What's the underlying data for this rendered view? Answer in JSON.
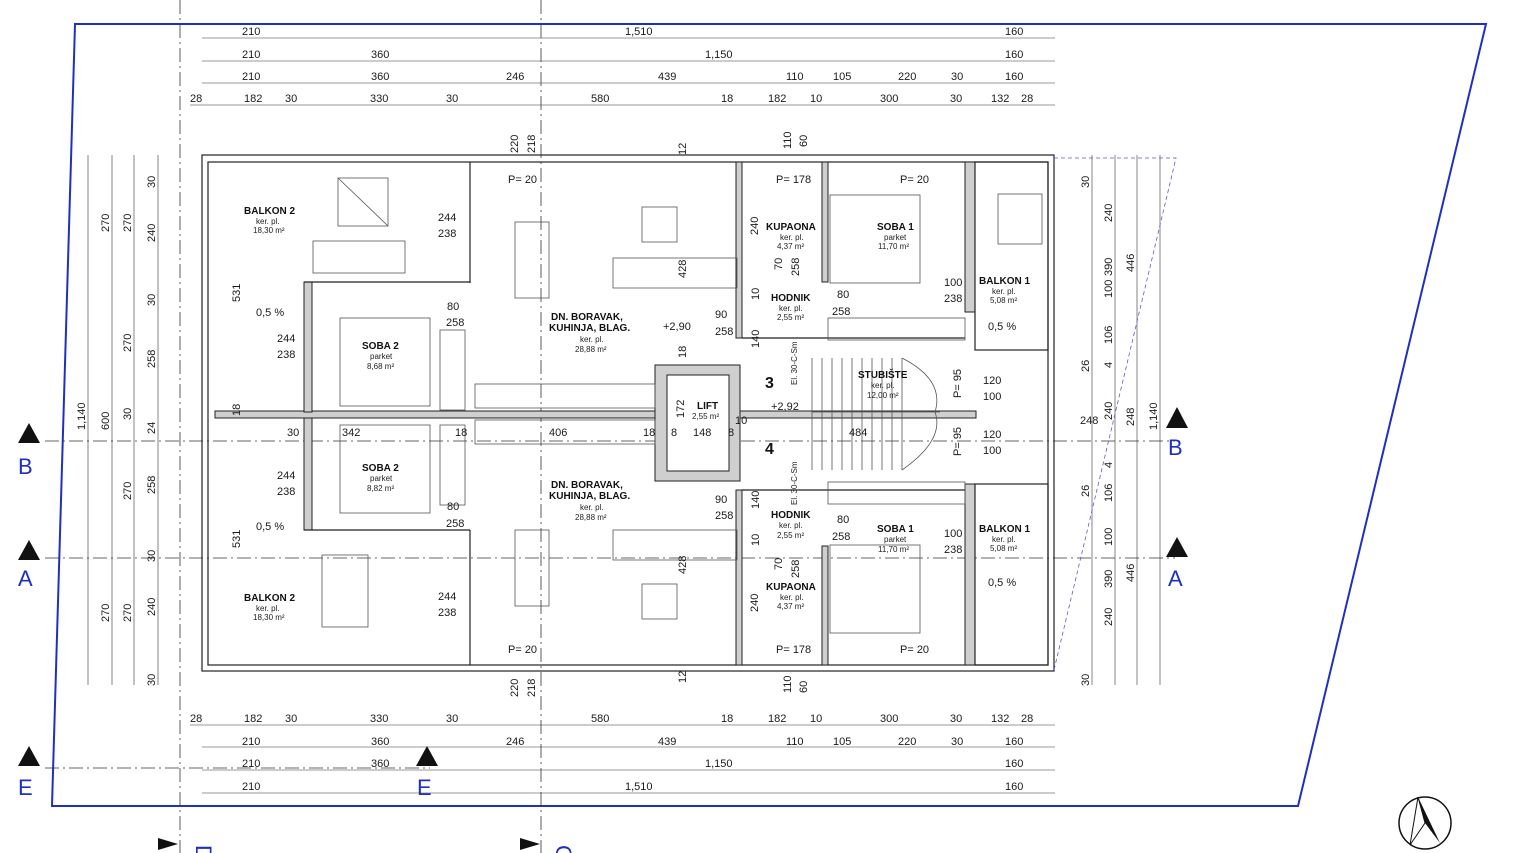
{
  "colors": {
    "plot_outline": "#1f2fbf",
    "walls": "#222222",
    "section_marks": "#1f2fbf"
  },
  "section_labels": {
    "b": "B",
    "a": "A",
    "e": "E",
    "d": "D",
    "c": "C"
  },
  "top_dims": {
    "row1": [
      "210",
      "1,510",
      "160"
    ],
    "row2": [
      "210",
      "360",
      "1,150",
      "160"
    ],
    "row3": [
      "210",
      "360",
      "246",
      "439",
      "110",
      "105",
      "220",
      "30",
      "160"
    ],
    "row4": [
      "28",
      "182",
      "30",
      "330",
      "30",
      "580",
      "18",
      "182",
      "10",
      "300",
      "30",
      "132",
      "28"
    ]
  },
  "bottom_dims": {
    "row1": [
      "28",
      "182",
      "30",
      "330",
      "30",
      "580",
      "18",
      "182",
      "10",
      "300",
      "30",
      "132",
      "28"
    ],
    "row2": [
      "210",
      "360",
      "246",
      "439",
      "110",
      "105",
      "220",
      "30",
      "160"
    ],
    "row3": [
      "210",
      "360",
      "1,150",
      "160"
    ],
    "row4": [
      "210",
      "1,510",
      "160"
    ]
  },
  "left_dims": {
    "outer": "1,140",
    "mid": [
      "270",
      "600",
      "270"
    ],
    "inner": [
      "240",
      "30",
      "258",
      "24",
      "258",
      "30",
      "240"
    ],
    "wall": [
      "30",
      "30"
    ]
  },
  "right_dims": {
    "outer": "1,140",
    "mid": [
      "446",
      "248",
      "446"
    ],
    "inner": [
      "390",
      "390"
    ],
    "fine": [
      "240",
      "100",
      "106",
      "4",
      "240",
      "4",
      "106",
      "100",
      "240"
    ],
    "wall": [
      "30",
      "26",
      "26",
      "30"
    ]
  },
  "rooms": {
    "balkon2_top": {
      "name": "BALKON 2",
      "floor": "ker. pl.",
      "area": "18,30 m²"
    },
    "soba2_top": {
      "name": "SOBA 2",
      "floor": "parket",
      "area": "8,68 m²"
    },
    "boravak_top": {
      "name1": "DN. BORAVAK,",
      "name2": "KUHINJA, BLAG.",
      "floor": "ker. pl.",
      "area": "28,88 m²"
    },
    "kupaona_top": {
      "name": "KUPAONA",
      "floor": "ker. pl.",
      "area": "4,37 m²"
    },
    "soba1_top": {
      "name": "SOBA 1",
      "floor": "parket",
      "area": "11,70 m²"
    },
    "balkon1_top": {
      "name": "BALKON 1",
      "floor": "ker. pl.",
      "area": "5,08 m²"
    },
    "hodnik_top": {
      "name": "HODNIK",
      "floor": "ker. pl.",
      "area": "2,55 m²"
    },
    "lift": {
      "name": "LIFT",
      "area": "2,55 m²"
    },
    "stubiste": {
      "name": "STUBIŠTE",
      "floor": "ker. pl.",
      "area": "12,00 m²"
    },
    "soba2_bot": {
      "name": "SOBA 2",
      "floor": "parket",
      "area": "8,82 m²"
    },
    "boravak_bot": {
      "name1": "DN. BORAVAK,",
      "name2": "KUHINJA, BLAG.",
      "floor": "ker. pl.",
      "area": "28,88 m²"
    },
    "hodnik_bot": {
      "name": "HODNIK",
      "floor": "ker. pl.",
      "area": "2,55 m²"
    },
    "soba1_bot": {
      "name": "SOBA 1",
      "floor": "parket",
      "area": "11,70 m²"
    },
    "balkon1_bot": {
      "name": "BALKON 1",
      "floor": "ker. pl.",
      "area": "5,08 m²"
    },
    "kupaona_bot": {
      "name": "KUPAONA",
      "floor": "ker. pl.",
      "area": "4,37 m²"
    },
    "balkon2_bot": {
      "name": "BALKON 2",
      "floor": "ker. pl.",
      "area": "18,30 m²"
    }
  },
  "annotations": {
    "slope": "0,5 %",
    "lvl_290": "+2,90",
    "lvl_292": "+2,92",
    "p20": "P= 20",
    "p178": "P= 178",
    "p95": "P= 95",
    "unit3": "3",
    "unit4": "4",
    "el": "El. 30-C-Sm"
  },
  "door_dims": {
    "d244_238": [
      "244",
      "238"
    ],
    "d80_258": [
      "80",
      "258"
    ],
    "d90_258": [
      "90",
      "258"
    ],
    "d100_238": [
      "100",
      "238"
    ],
    "d120_100": [
      "120",
      "100"
    ],
    "inner_misc": [
      "342",
      "18",
      "406",
      "18",
      "148",
      "8",
      "10",
      "248",
      "8",
      "484",
      "30",
      "428",
      "428",
      "172",
      "531",
      "531",
      "18",
      "18",
      "12",
      "12",
      "140",
      "140",
      "110",
      "110",
      "60",
      "60",
      "220",
      "218",
      "220",
      "218",
      "240",
      "240",
      "70",
      "70",
      "258",
      "258",
      "10",
      "10"
    ]
  }
}
